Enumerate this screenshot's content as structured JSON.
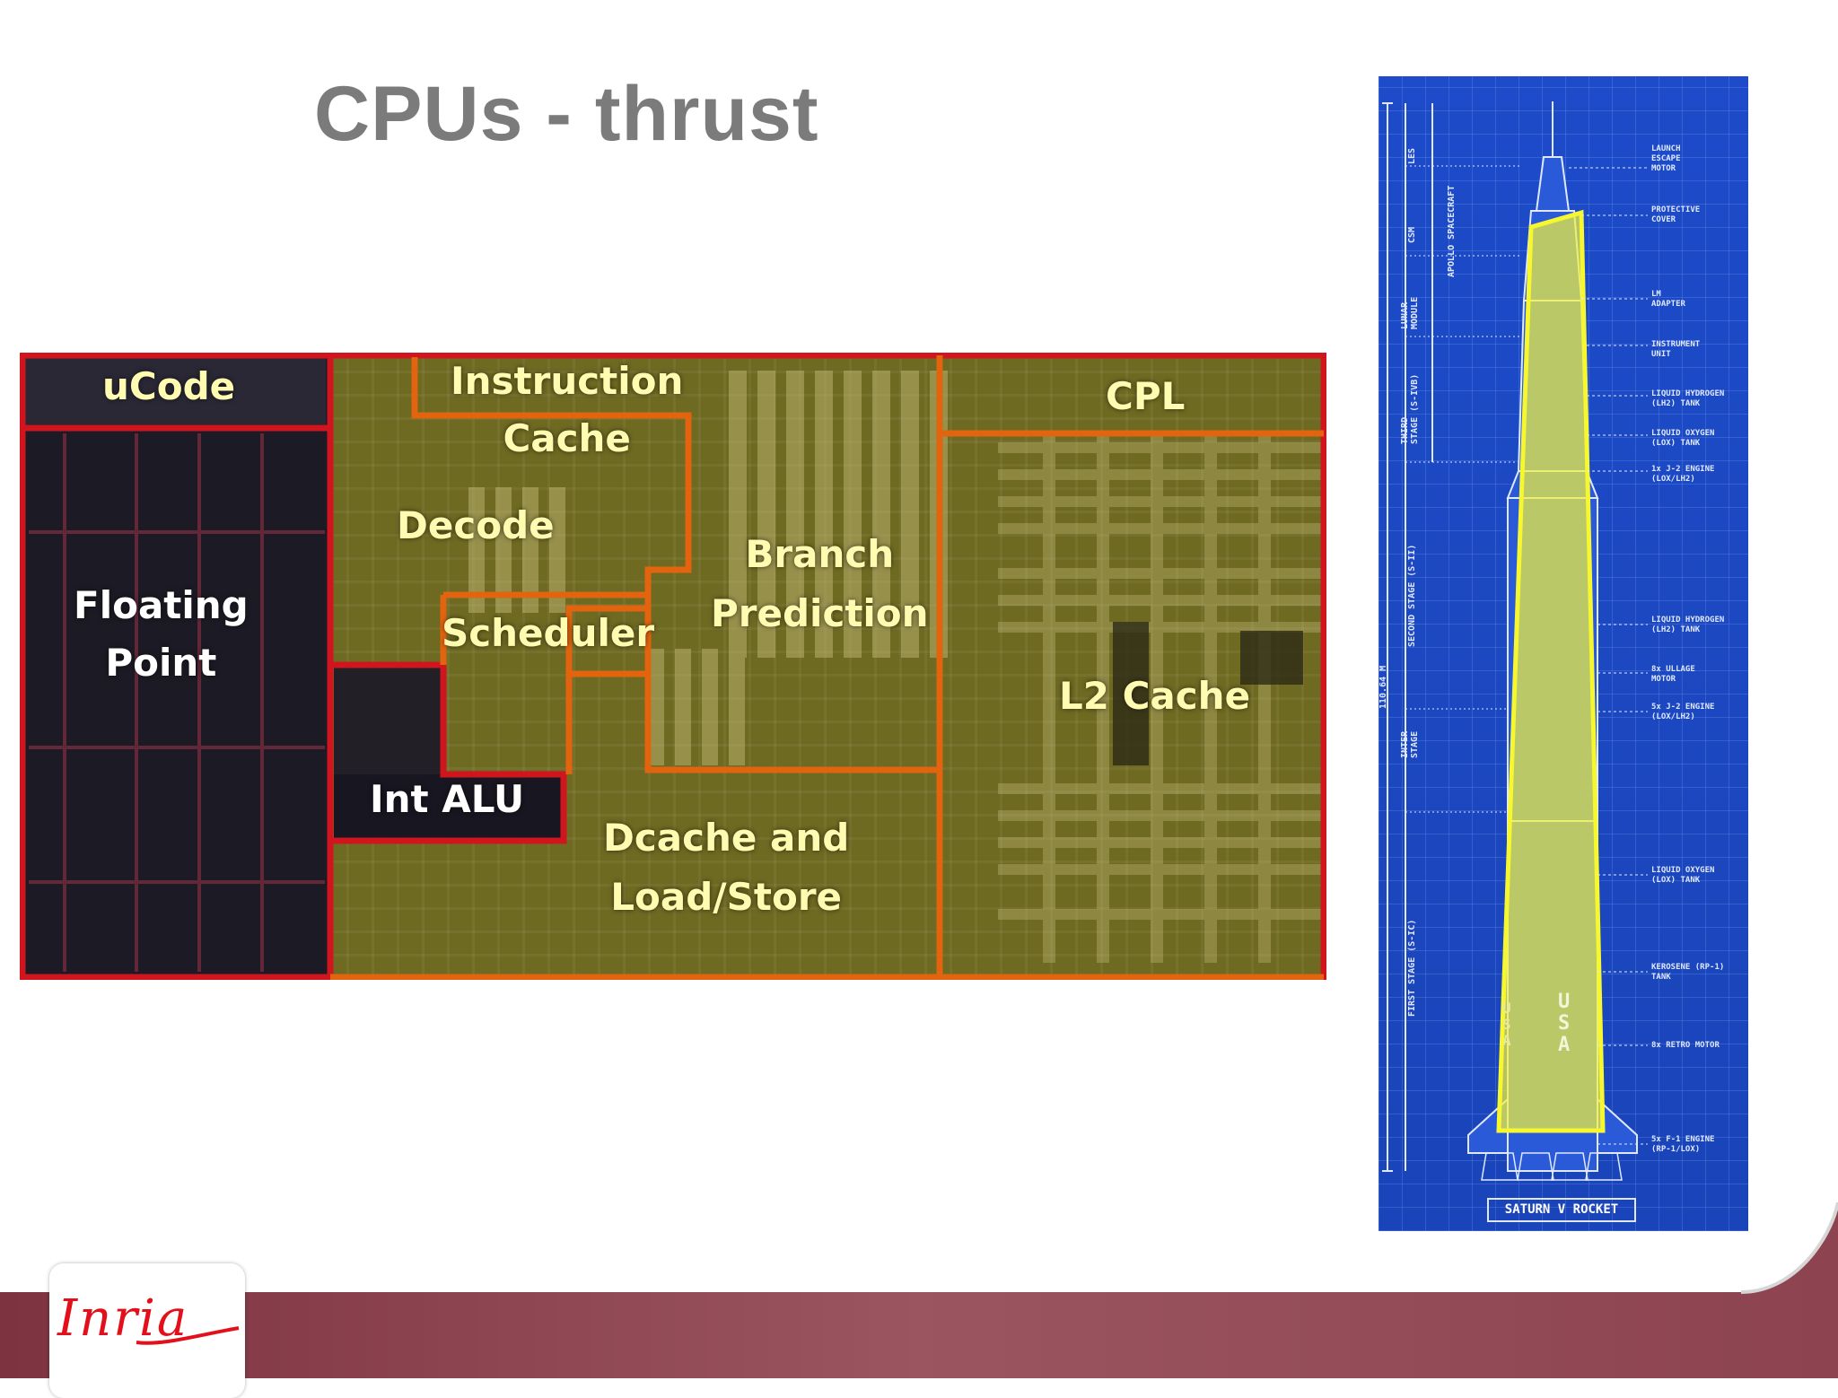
{
  "slide": {
    "title": "CPUs - thrust"
  },
  "die": {
    "labels": {
      "ucode": "uCode",
      "floating_point": "Floating\nPoint",
      "instruction_cache": "Instruction\nCache",
      "decode": "Decode",
      "branch_prediction": "Branch\nPrediction",
      "scheduler": "Scheduler",
      "int_alu": "Int ALU",
      "dcache": "Dcache and\nLoad/Store",
      "cpl": "CPL",
      "l2_cache": "L2 Cache"
    },
    "colors": {
      "border_red": "#d0151e",
      "border_orange": "#e2640f",
      "label_yellow": "#fffbb0"
    }
  },
  "rocket": {
    "name": "SATURN V ROCKET",
    "height_label": "110.64 M",
    "highlight_color": "#f2f23c",
    "stages": {
      "les": "LES",
      "csm": "CSM",
      "lunar_module": "LUNAR\nMODULE",
      "apollo": "APOLLO SPACECRAFT",
      "third": "THIRD\nSTAGE (S-IVB)",
      "second": "SECOND STAGE (S-II)",
      "inter": "INTER\nSTAGE",
      "first": "FIRST STAGE (S-IC)"
    },
    "callouts": [
      "LAUNCH\nESCAPE\nMOTOR",
      "PROTECTIVE\nCOVER",
      "LM\nADAPTER",
      "INSTRUMENT\nUNIT",
      "LIQUID HYDROGEN\n(LH2) TANK",
      "LIQUID OXYGEN\n(LOX) TANK",
      "1x J-2 ENGINE\n(LOX/LH2)",
      "LIQUID HYDROGEN\n(LH2) TANK",
      "8x ULLAGE\nMOTOR",
      "5x J-2 ENGINE\n(LOX/LH2)",
      "LIQUID OXYGEN\n(LOX) TANK",
      "KEROSENE (RP-1)\nTANK",
      "8x RETRO MOTOR",
      "5x F-1 ENGINE\n(RP-1/LOX)"
    ],
    "usa_markings": [
      "U\nS\nA",
      "U\nS\nA"
    ]
  },
  "footer": {
    "logo_text": "Inria",
    "band_color": "#8a3f4b"
  }
}
